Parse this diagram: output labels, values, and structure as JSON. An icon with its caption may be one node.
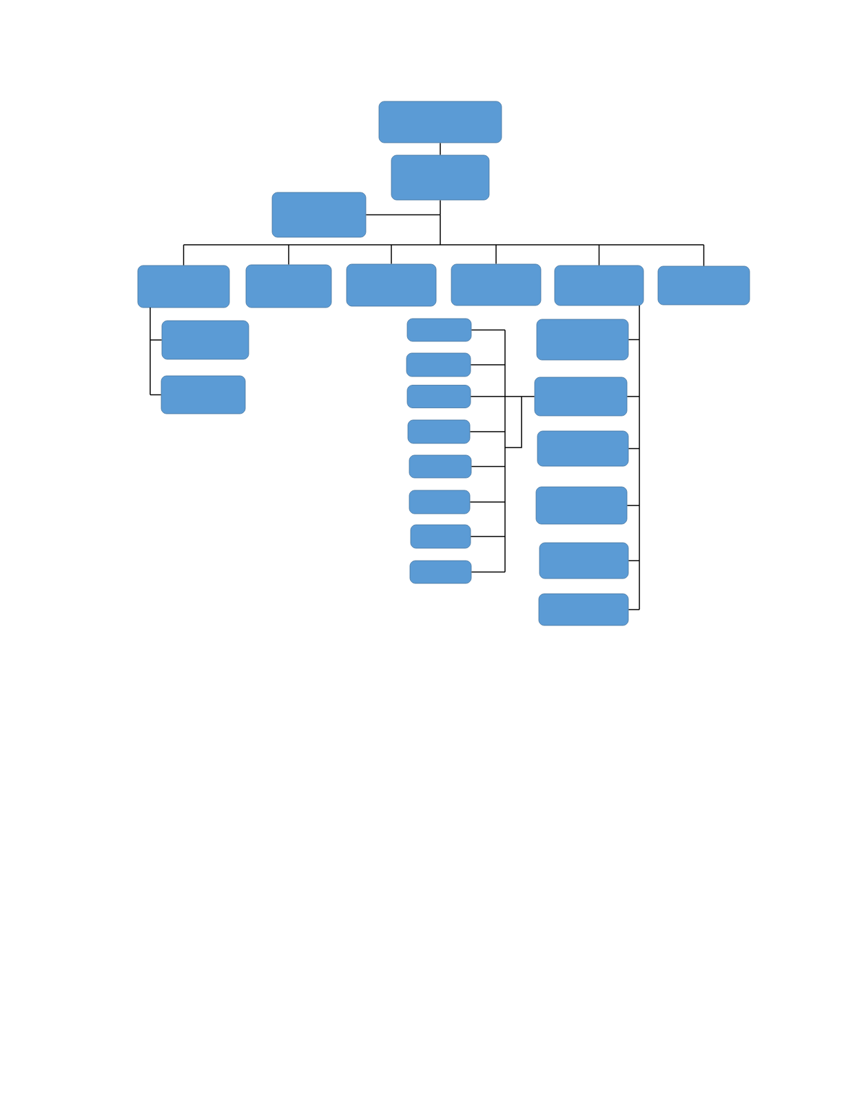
{
  "diagram": {
    "nodes": [
      {
        "text": [],
        "shape": "box"
      },
      {
        "text": [],
        "shape": "box"
      },
      {
        "text": [],
        "shape": "box"
      },
      {
        "text": [],
        "shape": "box"
      },
      {
        "text": [],
        "shape": "box"
      },
      {
        "text": [],
        "shape": "box"
      },
      {
        "text": [],
        "shape": "box"
      },
      {
        "text": [],
        "shape": "box"
      },
      {
        "text": [],
        "shape": "box"
      },
      {
        "text": [],
        "shape": "box"
      },
      {
        "text": [],
        "shape": "box"
      },
      {
        "text": [],
        "shape": "box"
      },
      {
        "text": [],
        "shape": "box"
      },
      {
        "text": [],
        "shape": "box"
      },
      {
        "text": [],
        "shape": "box"
      },
      {
        "text": [],
        "shape": "box"
      },
      {
        "text": [],
        "shape": "box"
      },
      {
        "text": [],
        "shape": "box"
      },
      {
        "text": [],
        "shape": "box"
      },
      {
        "text": [],
        "shape": "box"
      },
      {
        "text": [],
        "shape": "box"
      },
      {
        "text": [],
        "shape": "box"
      },
      {
        "text": [],
        "shape": "box"
      },
      {
        "text": [],
        "shape": "box"
      },
      {
        "text": [],
        "shape": "box"
      }
    ],
    "edges": [
      {
        "from": 0,
        "to": 1,
        "arrow": "none"
      },
      {
        "from": 1,
        "to": 2,
        "arrow": "none"
      },
      {
        "from": 1,
        "to": 3,
        "arrow": "none"
      },
      {
        "from": 1,
        "to": 4,
        "arrow": "none"
      },
      {
        "from": 1,
        "to": 5,
        "arrow": "none"
      },
      {
        "from": 1,
        "to": 6,
        "arrow": "none"
      },
      {
        "from": 1,
        "to": 7,
        "arrow": "none"
      },
      {
        "from": 1,
        "to": 8,
        "arrow": "none"
      },
      {
        "from": 3,
        "to": 9,
        "arrow": "none"
      },
      {
        "from": 3,
        "to": 10,
        "arrow": "none"
      },
      {
        "from": 7,
        "to": 19,
        "arrow": "none"
      },
      {
        "from": 7,
        "to": 20,
        "arrow": "none"
      },
      {
        "from": 7,
        "to": 21,
        "arrow": "none"
      },
      {
        "from": 7,
        "to": 22,
        "arrow": "none"
      },
      {
        "from": 7,
        "to": 23,
        "arrow": "none"
      },
      {
        "from": 7,
        "to": 24,
        "arrow": "none"
      },
      {
        "from": 20,
        "to": 11,
        "arrow": "none"
      },
      {
        "from": 20,
        "to": 12,
        "arrow": "none"
      },
      {
        "from": 20,
        "to": 13,
        "arrow": "none"
      },
      {
        "from": 20,
        "to": 14,
        "arrow": "none"
      },
      {
        "from": 20,
        "to": 15,
        "arrow": "none"
      },
      {
        "from": 20,
        "to": 16,
        "arrow": "none"
      },
      {
        "from": 20,
        "to": 17,
        "arrow": "none"
      },
      {
        "from": 20,
        "to": 18,
        "arrow": "none"
      }
    ]
  }
}
